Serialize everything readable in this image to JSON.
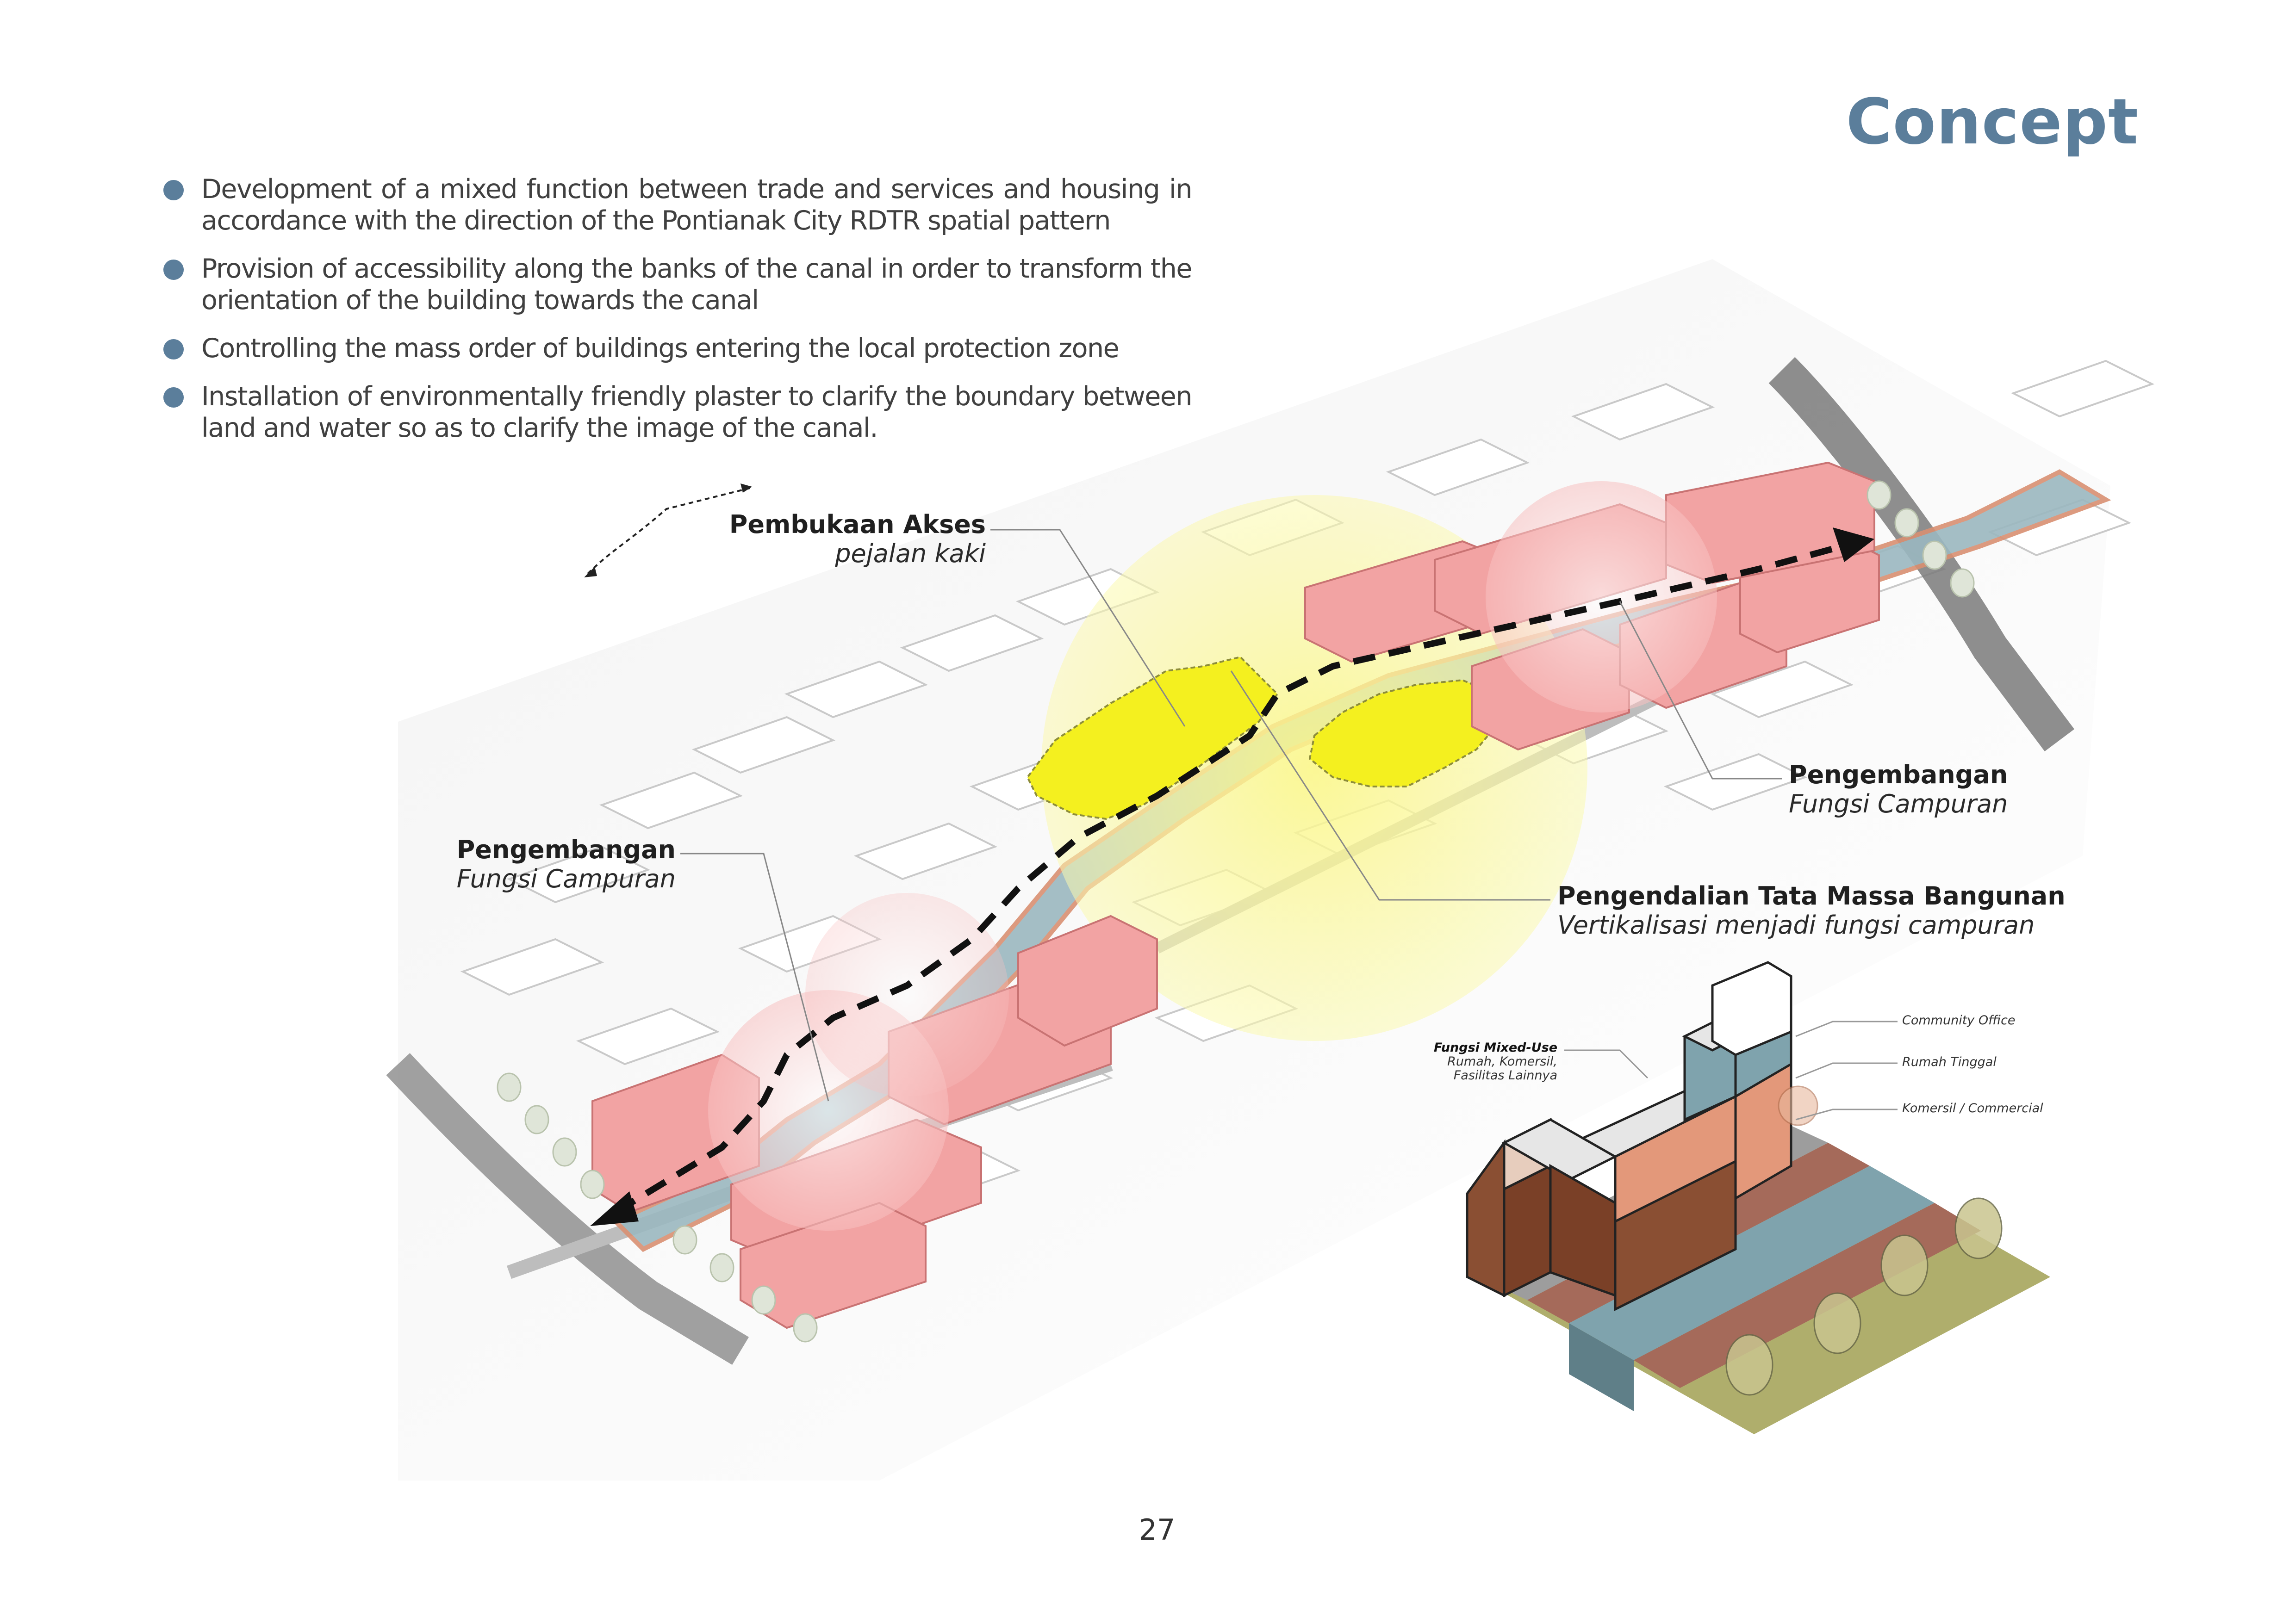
{
  "title": "Concept",
  "bullets": [
    "Development of a mixed function between trade and services and housing in accordance with the direction of the Pontianak City RDTR spatial pattern",
    "Provision of accessibility along the banks of the canal in order to transform the orientation of the building towards the canal",
    "Controlling the mass order of buildings entering the local protection zone",
    "Installation of environmentally friendly plaster to clarify the boundary between land and water so as to clarify the image of the canal."
  ],
  "labels": {
    "access": {
      "bold": "Pembukaan Akses",
      "italic": "pejalan kaki"
    },
    "mixed_left": {
      "bold": "Pengembangan",
      "italic": "Fungsi Campuran"
    },
    "mixed_right": {
      "bold": "Pengembangan",
      "italic": "Fungsi Campuran"
    },
    "mass": {
      "bold": "Pengendalian Tata Massa Bangunan",
      "italic": "Vertikalisasi menjadi fungsi campuran"
    }
  },
  "inset": {
    "mixed_use_title": "Fungsi Mixed-Use",
    "mixed_use_sub1": "Rumah, Komersil,",
    "mixed_use_sub2": "Fasilitas Lainnya",
    "legend": [
      "Community Office",
      "Rumah Tinggal",
      "Komersil / Commercial"
    ]
  },
  "colors": {
    "accent": "#5b7e9b",
    "mixed_use": "#f2a3a3",
    "protection_zone": "#f6f24a",
    "canal": "#7fa3ad",
    "commercial": "#8a4f33",
    "residential": "#e3987a",
    "office": "#7fa3ad"
  },
  "page_number": "27"
}
